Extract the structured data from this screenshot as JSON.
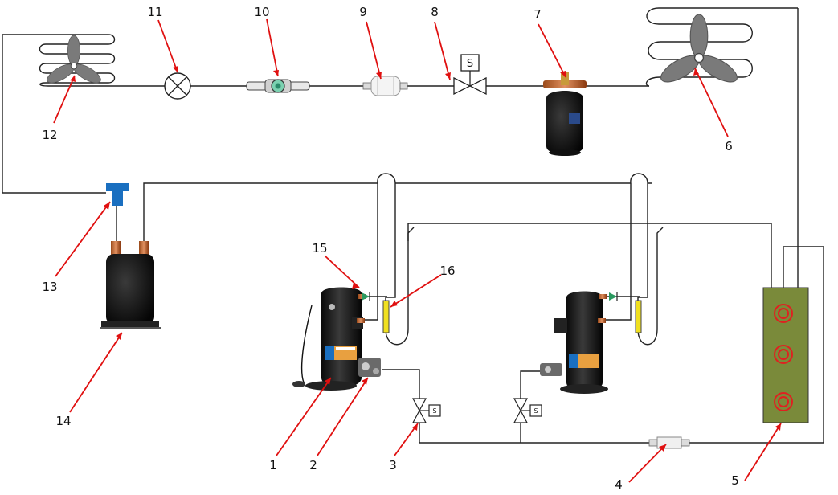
{
  "labels": {
    "l1": "1",
    "l2": "2",
    "l3": "3",
    "l4": "4",
    "l5": "5",
    "l6": "6",
    "l7": "7",
    "l8": "8",
    "l9": "9",
    "l10": "10",
    "l11": "11",
    "l12": "12",
    "l13": "13",
    "l14": "14",
    "l15": "15",
    "l16": "16"
  },
  "solenoid_symbol": "S",
  "colors": {
    "pipe": "#222222",
    "leader": "#e01010",
    "plate_exchanger": "#7a8a3a",
    "coil_ring": "#e02020",
    "tee": "#1a6fc0",
    "sight_glass": "#f0e020",
    "check_valve": "#2a9a60"
  },
  "icons": [
    "fan-icon",
    "expansion-valve-icon",
    "sight-glass-icon",
    "filter-drier-icon",
    "solenoid-valve-icon",
    "receiver-tank-icon",
    "compressor-icon",
    "accumulator-icon",
    "check-valve-icon",
    "plate-heat-exchanger-icon",
    "tee-connector-icon"
  ]
}
